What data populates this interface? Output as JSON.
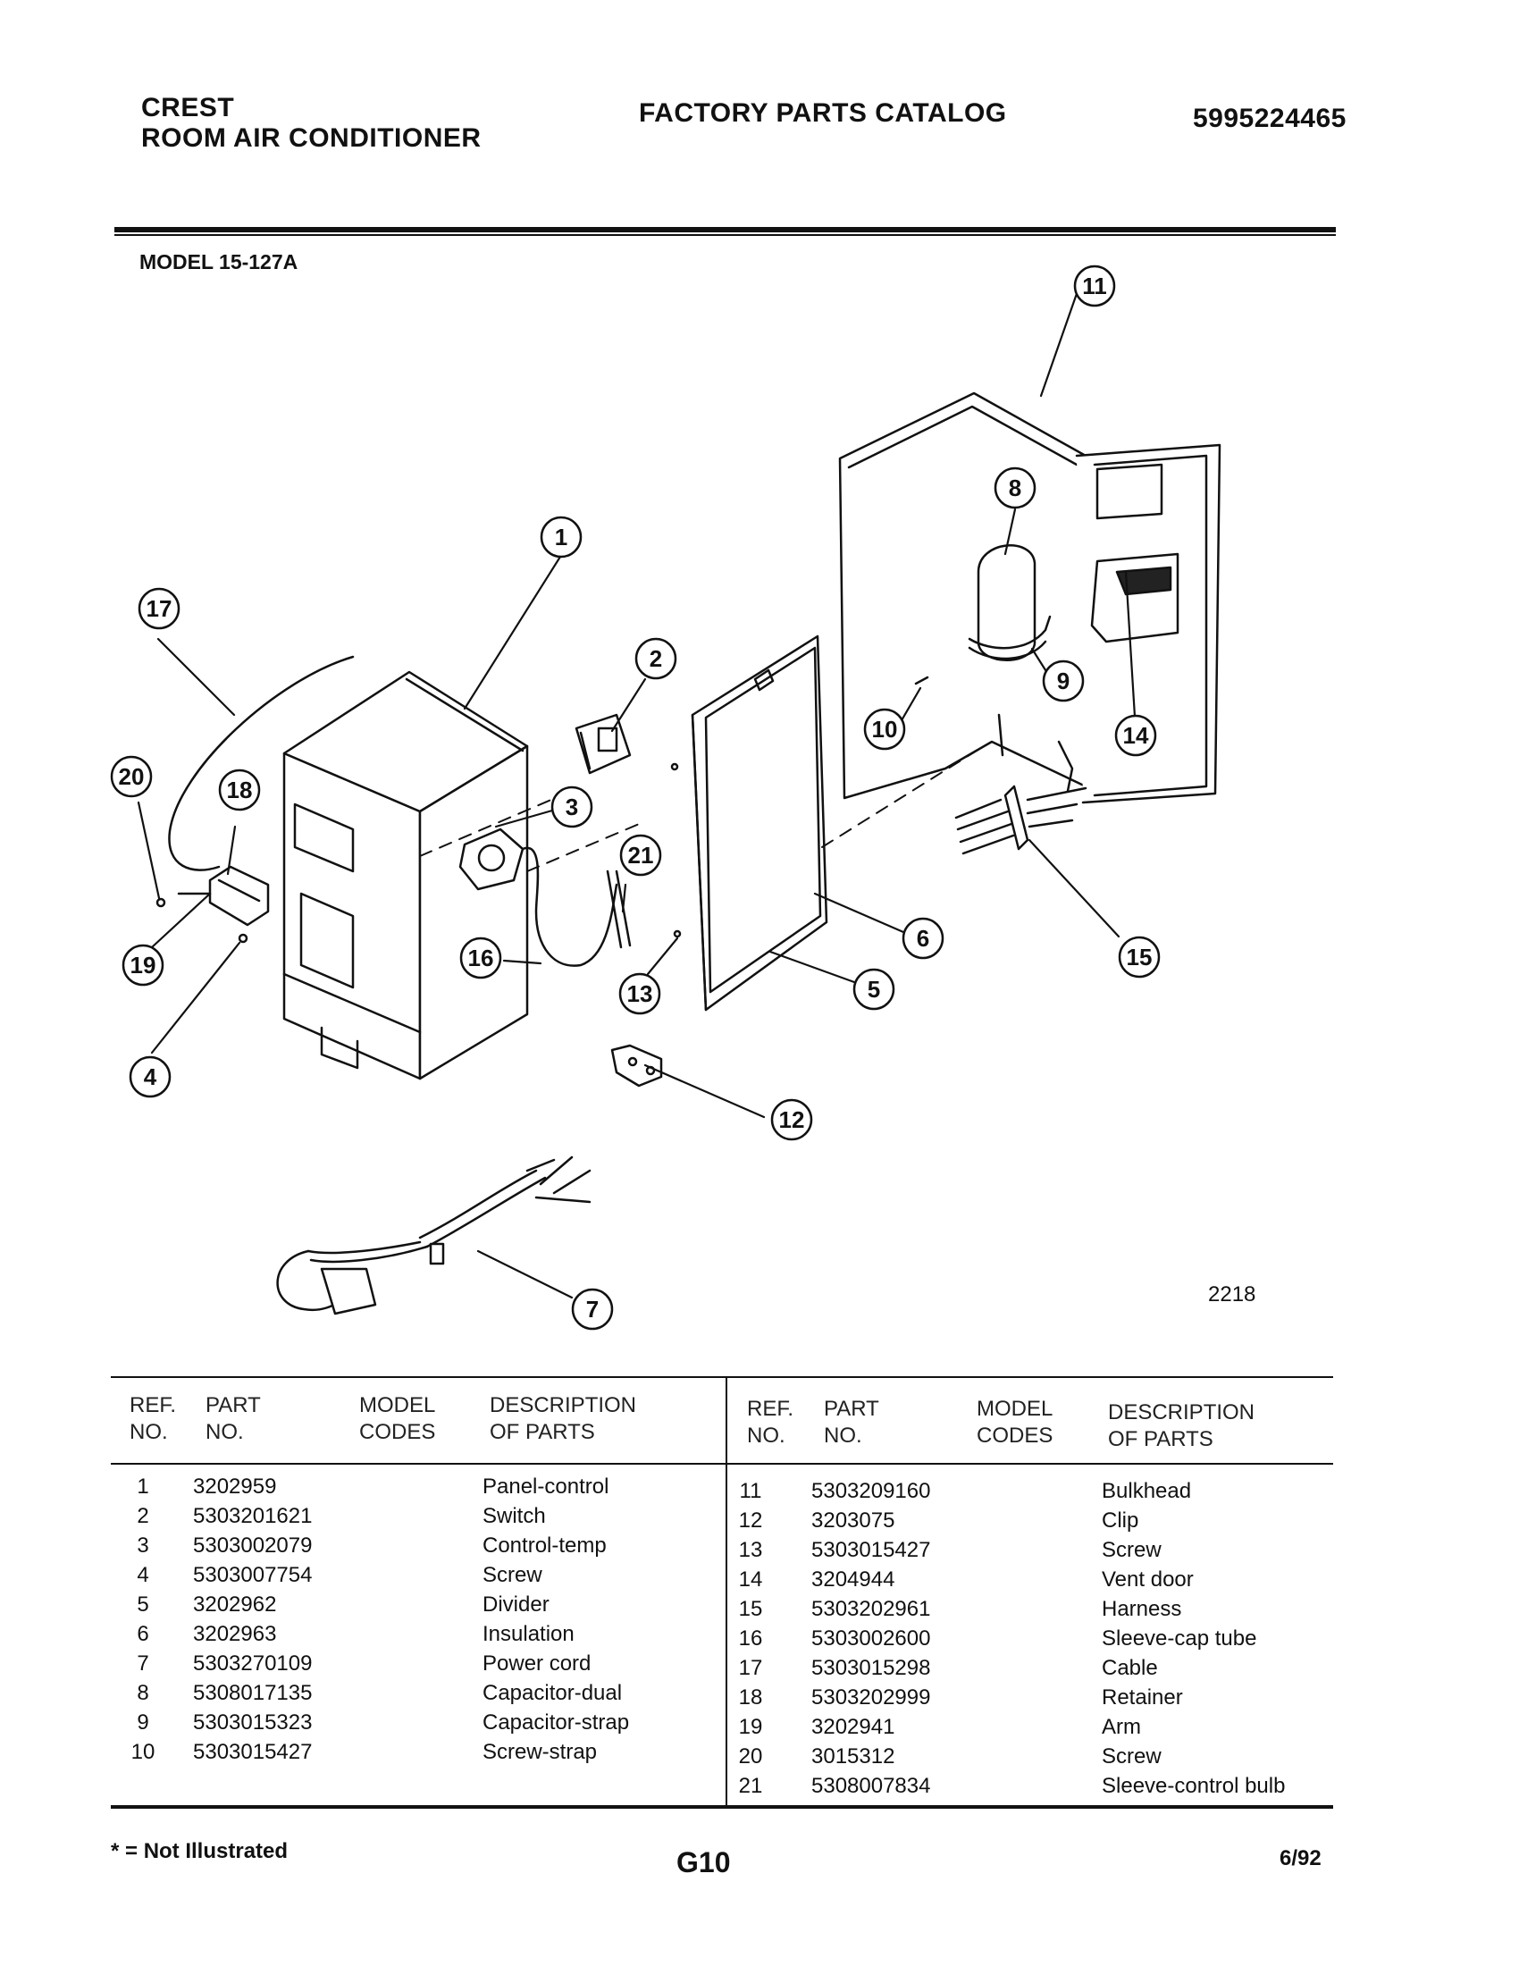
{
  "header": {
    "brand": "CREST",
    "product": "ROOM AIR CONDITIONER",
    "catalog_title": "FACTORY PARTS CATALOG",
    "catalog_number": "5995224465"
  },
  "model_label": "MODEL 15-127A",
  "diagram": {
    "figure_number": "2218",
    "callouts": [
      "1",
      "2",
      "3",
      "4",
      "5",
      "6",
      "7",
      "8",
      "9",
      "10",
      "11",
      "12",
      "13",
      "14",
      "15",
      "16",
      "17",
      "18",
      "19",
      "20",
      "21"
    ]
  },
  "table": {
    "headers": {
      "ref": [
        "REF.",
        "NO."
      ],
      "part": [
        "PART",
        "NO."
      ],
      "model": [
        "MODEL",
        "CODES"
      ],
      "desc": [
        "DESCRIPTION",
        "OF PARTS"
      ]
    },
    "left_rows": [
      {
        "ref": "1",
        "part": "3202959",
        "desc": "Panel-control"
      },
      {
        "ref": "2",
        "part": "5303201621",
        "desc": "Switch"
      },
      {
        "ref": "3",
        "part": "5303002079",
        "desc": "Control-temp"
      },
      {
        "ref": "4",
        "part": "5303007754",
        "desc": "Screw"
      },
      {
        "ref": "5",
        "part": "3202962",
        "desc": "Divider"
      },
      {
        "ref": "6",
        "part": "3202963",
        "desc": "Insulation"
      },
      {
        "ref": "7",
        "part": "5303270109",
        "desc": "Power cord"
      },
      {
        "ref": "8",
        "part": "5308017135",
        "desc": "Capacitor-dual"
      },
      {
        "ref": "9",
        "part": "5303015323",
        "desc": "Capacitor-strap"
      },
      {
        "ref": "10",
        "part": "5303015427",
        "desc": "Screw-strap"
      }
    ],
    "right_rows": [
      {
        "ref": "11",
        "part": "5303209160",
        "desc": "Bulkhead"
      },
      {
        "ref": "12",
        "part": "3203075",
        "desc": "Clip"
      },
      {
        "ref": "13",
        "part": "5303015427",
        "desc": "Screw"
      },
      {
        "ref": "14",
        "part": "3204944",
        "desc": "Vent door"
      },
      {
        "ref": "15",
        "part": "5303202961",
        "desc": "Harness"
      },
      {
        "ref": "16",
        "part": "5303002600",
        "desc": "Sleeve-cap tube"
      },
      {
        "ref": "17",
        "part": "5303015298",
        "desc": "Cable"
      },
      {
        "ref": "18",
        "part": "5303202999",
        "desc": "Retainer"
      },
      {
        "ref": "19",
        "part": "3202941",
        "desc": "Arm"
      },
      {
        "ref": "20",
        "part": "3015312",
        "desc": "Screw"
      },
      {
        "ref": "21",
        "part": "5308007834",
        "desc": "Sleeve-control bulb"
      }
    ]
  },
  "footer": {
    "note": "* = Not Illustrated",
    "page": "G10",
    "date": "6/92"
  }
}
